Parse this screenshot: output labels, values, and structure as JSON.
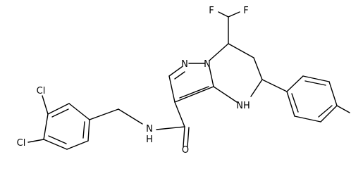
{
  "atoms": {
    "f_left": "F",
    "f_right": "F",
    "n1": "N",
    "n2": "N",
    "nh_ring": "NH",
    "nh_amide": "N",
    "h_amide": "H",
    "o_carbonyl": "O",
    "cl_top": "Cl",
    "cl_bottom": "Cl"
  },
  "colors": {
    "bond": "#000000",
    "label": "#000000",
    "background": "#ffffff"
  }
}
